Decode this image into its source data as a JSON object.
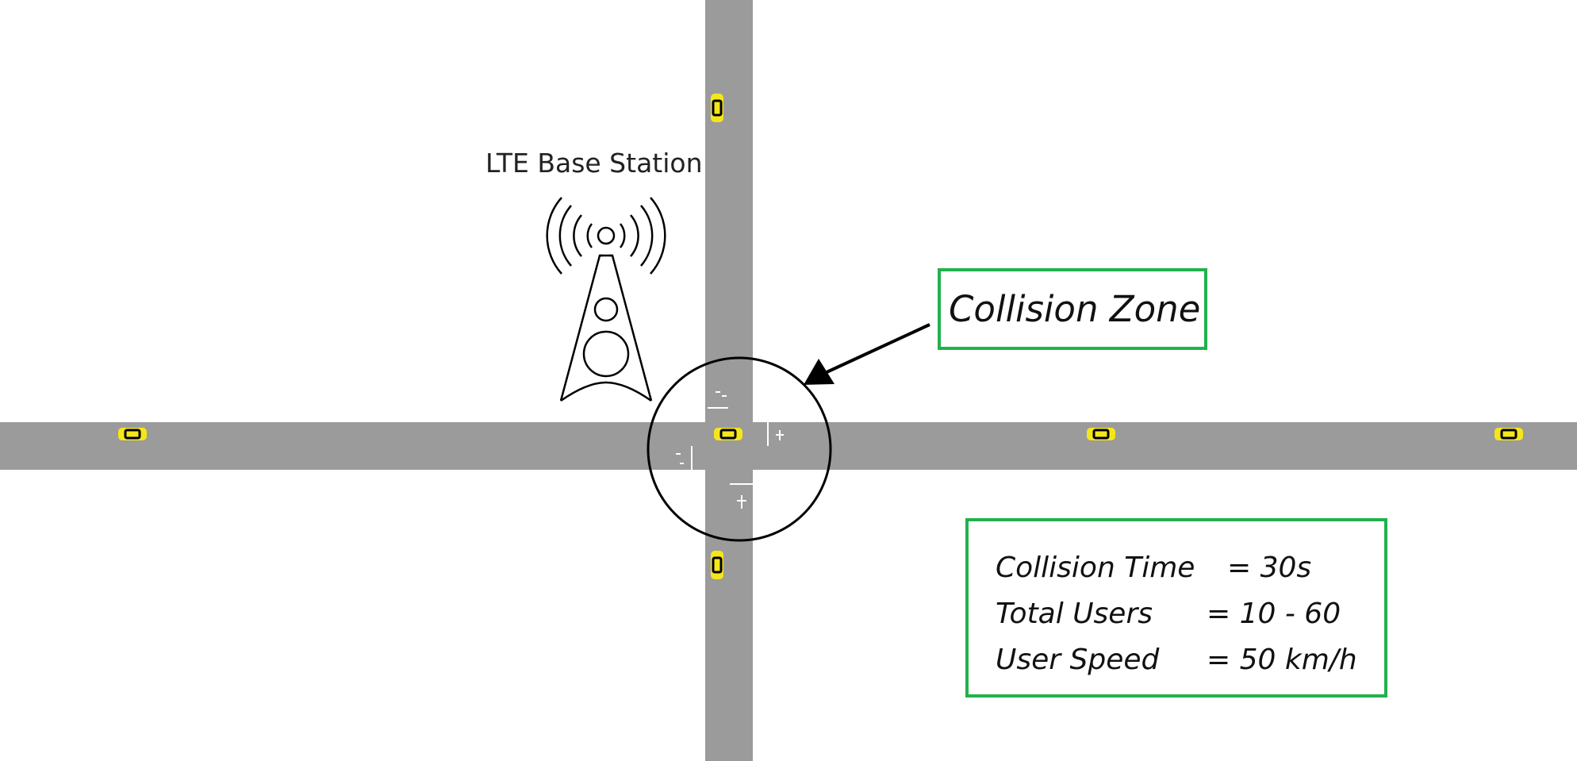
{
  "base_station": {
    "label": "LTE Base Station",
    "icon": "antenna-tower-icon"
  },
  "collision_zone": {
    "label": "Collision Zone",
    "border_color": "#22b14c"
  },
  "parameters": {
    "collision_time": {
      "label": "Collision Time",
      "value": "=  30s"
    },
    "total_users": {
      "label": "Total Users",
      "value": "= 10 - 60"
    },
    "user_speed": {
      "label": "User Speed",
      "value": "= 50 km/h"
    }
  },
  "colors": {
    "road": "#9b9b9b",
    "vehicle": "#f5e61a",
    "outline": "#000000",
    "box_border": "#22b14c"
  },
  "vehicle_icon": "car-icon"
}
